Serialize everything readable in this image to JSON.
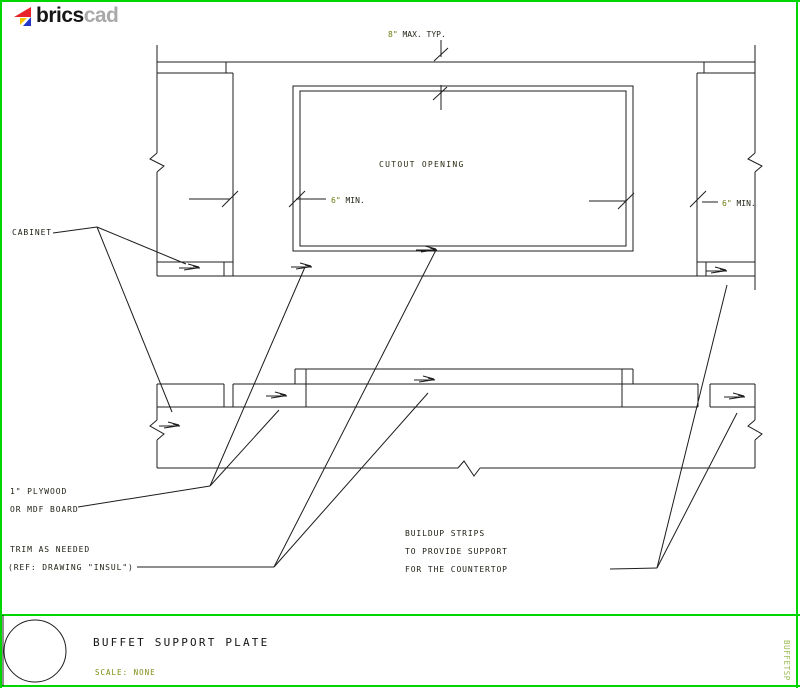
{
  "logo": {
    "brand_dark": "brics",
    "brand_light": "cad"
  },
  "colors": {
    "sheet_border_green": "#00d600",
    "line_ink": "#1c1c1c",
    "dimension_numeral_olive": "#6e7a10",
    "scale_text_olive": "#7d8a10",
    "filename_text_green": "#98b94e",
    "logo_dark": "#151515",
    "logo_light": "#a9a9a9"
  },
  "drawing": {
    "labels": {
      "cutout": "CUTOUT OPENING",
      "cabinet": "CABINET",
      "plywood_1": "1\" PLYWOOD",
      "plywood_2": "OR MDF BOARD",
      "trim_1": "TRIM AS NEEDED",
      "trim_2": "(REF: DRAWING \"INSUL\")",
      "buildup_1": "BUILDUP STRIPS",
      "buildup_2": "TO PROVIDE SUPPORT",
      "buildup_3": "FOR THE COUNTERTOP"
    },
    "dim_8": {
      "num": "8\"",
      "rest": " MAX. TYP."
    },
    "dim_6_left": {
      "num": "6\"",
      "rest": " MIN."
    },
    "dim_6_right": {
      "num": "6\"",
      "rest": " MIN."
    }
  },
  "title_block": {
    "title": "BUFFET SUPPORT PLATE",
    "scale_label": "SCALE: NONE",
    "filename_vertical": "BUFFETSP"
  }
}
